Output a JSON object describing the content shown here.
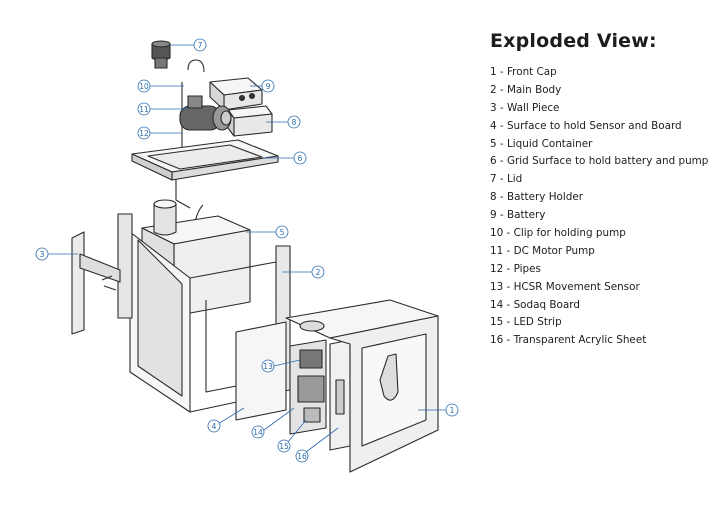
{
  "legend": {
    "title": "Exploded View:",
    "items": [
      "1 - Front Cap",
      "2 - Main Body",
      "3 - Wall Piece",
      "4 - Surface to hold Sensor and Board",
      "5 - Liquid Container",
      "6 - Grid Surface to hold battery and pump",
      "7 - Lid",
      "8 - Battery Holder",
      "9 - Battery",
      "10 - Clip for holding pump",
      "11 - DC Motor Pump",
      "12 - Pipes",
      "13 - HCSR Movement Sensor",
      "14 - Sodaq Board",
      "15 - LED Strip",
      "16 - Transparent Acrylic Sheet"
    ]
  },
  "callouts": [
    "1",
    "2",
    "3",
    "4",
    "5",
    "6",
    "7",
    "8",
    "9",
    "10",
    "11",
    "12",
    "13",
    "14",
    "15",
    "16"
  ],
  "colors": {
    "leader": "#2b6cb0",
    "line": "#2a2a2a",
    "fill": "#f4f4f4",
    "shade": "#d6d6d6"
  }
}
